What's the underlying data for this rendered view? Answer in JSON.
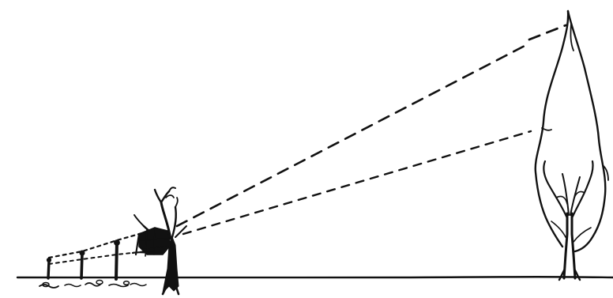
{
  "diagram": {
    "ink_color": "#111111",
    "background_color": "#ffffff",
    "elements": [
      "ground-line",
      "near-stake-1",
      "near-stake-2",
      "near-stake-3",
      "small-tree",
      "tall-tree",
      "sight-line-top",
      "sight-line-bottom",
      "sight-line-near-top",
      "sight-line-near-bottom"
    ]
  }
}
